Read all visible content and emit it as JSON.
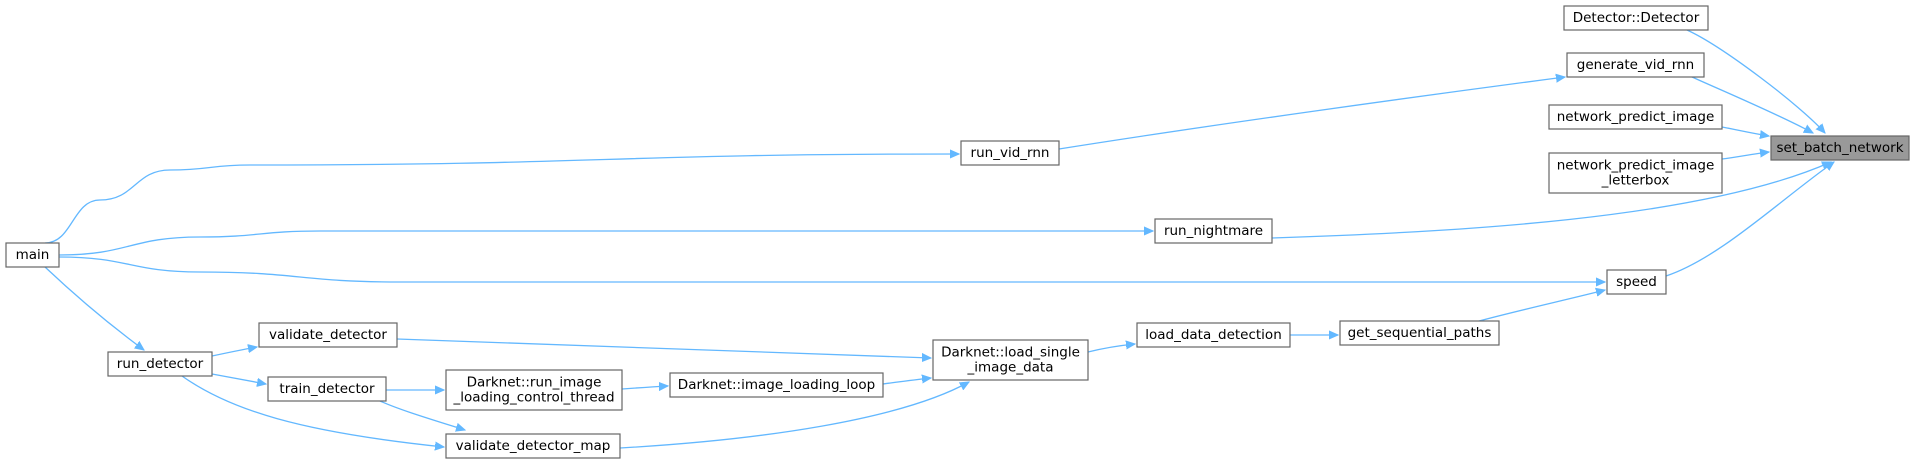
{
  "diagram": {
    "type": "caller-graph",
    "colors": {
      "edge": "#63b8ff",
      "node_border": "#666666",
      "root_fill": "#999999",
      "background": "#ffffff"
    },
    "nodes": [
      {
        "id": "set_batch_network",
        "lines": [
          "set_batch_network"
        ],
        "root": true
      },
      {
        "id": "detector_ctor",
        "lines": [
          "Detector::Detector"
        ]
      },
      {
        "id": "generate_vid_rnn",
        "lines": [
          "generate_vid_rnn"
        ]
      },
      {
        "id": "network_predict_image",
        "lines": [
          "network_predict_image"
        ]
      },
      {
        "id": "network_predict_image_letterbox",
        "lines": [
          "network_predict_image",
          "_letterbox"
        ]
      },
      {
        "id": "run_vid_rnn",
        "lines": [
          "run_vid_rnn"
        ]
      },
      {
        "id": "run_nightmare",
        "lines": [
          "run_nightmare"
        ]
      },
      {
        "id": "speed",
        "lines": [
          "speed"
        ]
      },
      {
        "id": "main",
        "lines": [
          "main"
        ]
      },
      {
        "id": "get_sequential_paths",
        "lines": [
          "get_sequential_paths"
        ]
      },
      {
        "id": "load_data_detection",
        "lines": [
          "load_data_detection"
        ]
      },
      {
        "id": "load_single_image_data",
        "lines": [
          "Darknet::load_single",
          "_image_data"
        ]
      },
      {
        "id": "validate_detector",
        "lines": [
          "validate_detector"
        ]
      },
      {
        "id": "image_loading_loop",
        "lines": [
          "Darknet::image_loading_loop"
        ]
      },
      {
        "id": "run_image_loading_control_thread",
        "lines": [
          "Darknet::run_image",
          "_loading_control_thread"
        ]
      },
      {
        "id": "train_detector",
        "lines": [
          "train_detector"
        ]
      },
      {
        "id": "run_detector",
        "lines": [
          "run_detector"
        ]
      },
      {
        "id": "validate_detector_map",
        "lines": [
          "validate_detector_map"
        ]
      }
    ],
    "edges": [
      {
        "from": "detector_ctor",
        "to": "set_batch_network"
      },
      {
        "from": "generate_vid_rnn",
        "to": "set_batch_network"
      },
      {
        "from": "network_predict_image",
        "to": "set_batch_network"
      },
      {
        "from": "network_predict_image_letterbox",
        "to": "set_batch_network"
      },
      {
        "from": "run_nightmare",
        "to": "set_batch_network"
      },
      {
        "from": "speed",
        "to": "set_batch_network"
      },
      {
        "from": "run_vid_rnn",
        "to": "generate_vid_rnn"
      },
      {
        "from": "main",
        "to": "run_vid_rnn"
      },
      {
        "from": "main",
        "to": "run_nightmare"
      },
      {
        "from": "main",
        "to": "speed"
      },
      {
        "from": "get_sequential_paths",
        "to": "speed"
      },
      {
        "from": "load_data_detection",
        "to": "get_sequential_paths"
      },
      {
        "from": "load_single_image_data",
        "to": "load_data_detection"
      },
      {
        "from": "validate_detector",
        "to": "load_single_image_data"
      },
      {
        "from": "image_loading_loop",
        "to": "load_single_image_data"
      },
      {
        "from": "validate_detector_map",
        "to": "load_single_image_data"
      },
      {
        "from": "run_image_loading_control_thread",
        "to": "image_loading_loop"
      },
      {
        "from": "train_detector",
        "to": "run_image_loading_control_thread"
      },
      {
        "from": "run_detector",
        "to": "validate_detector"
      },
      {
        "from": "run_detector",
        "to": "train_detector"
      },
      {
        "from": "run_detector",
        "to": "validate_detector_map"
      },
      {
        "from": "train_detector",
        "to": "validate_detector_map"
      },
      {
        "from": "main",
        "to": "run_detector"
      }
    ]
  }
}
